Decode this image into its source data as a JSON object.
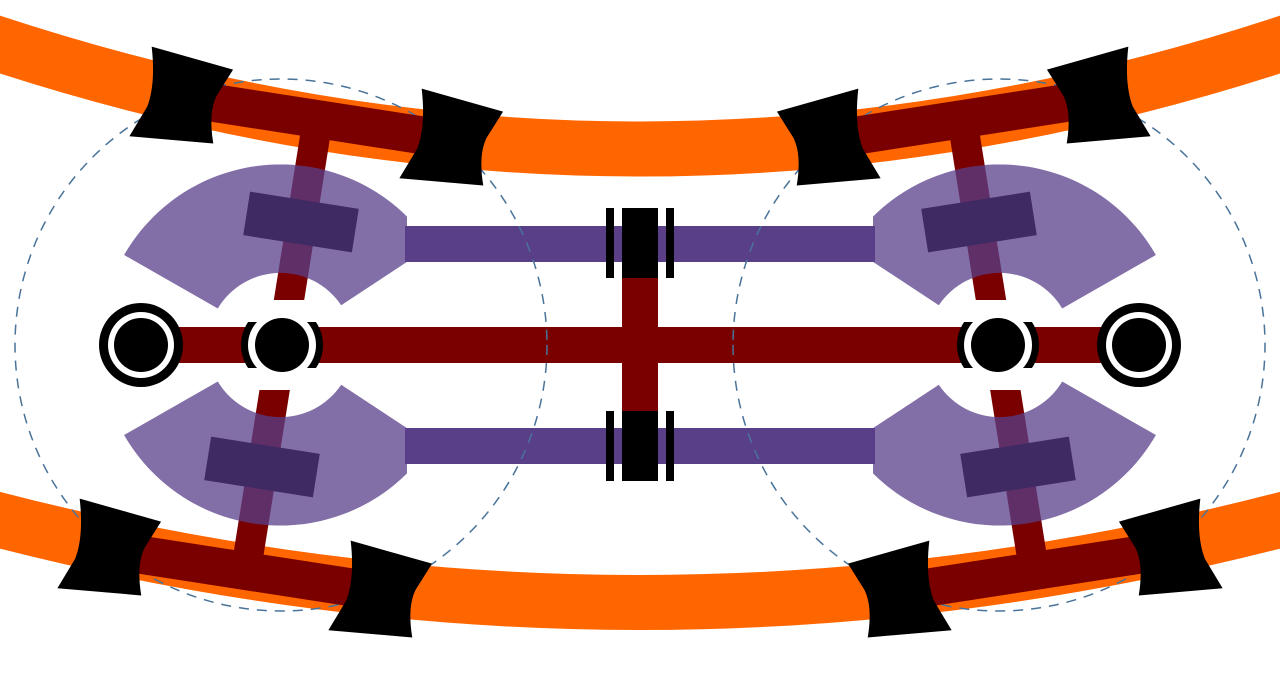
{
  "diagram": {
    "colors": {
      "rail": "#ff6600",
      "frame": "#7a0000",
      "wedge": "#5a3f8a",
      "bar": "#583f88",
      "block": "#3f2a63",
      "wheel": "#000000",
      "envelope": "#4a7399"
    },
    "components": [
      "rail-top",
      "rail-bottom",
      "bogie-left",
      "bogie-right",
      "center-coupler"
    ]
  }
}
